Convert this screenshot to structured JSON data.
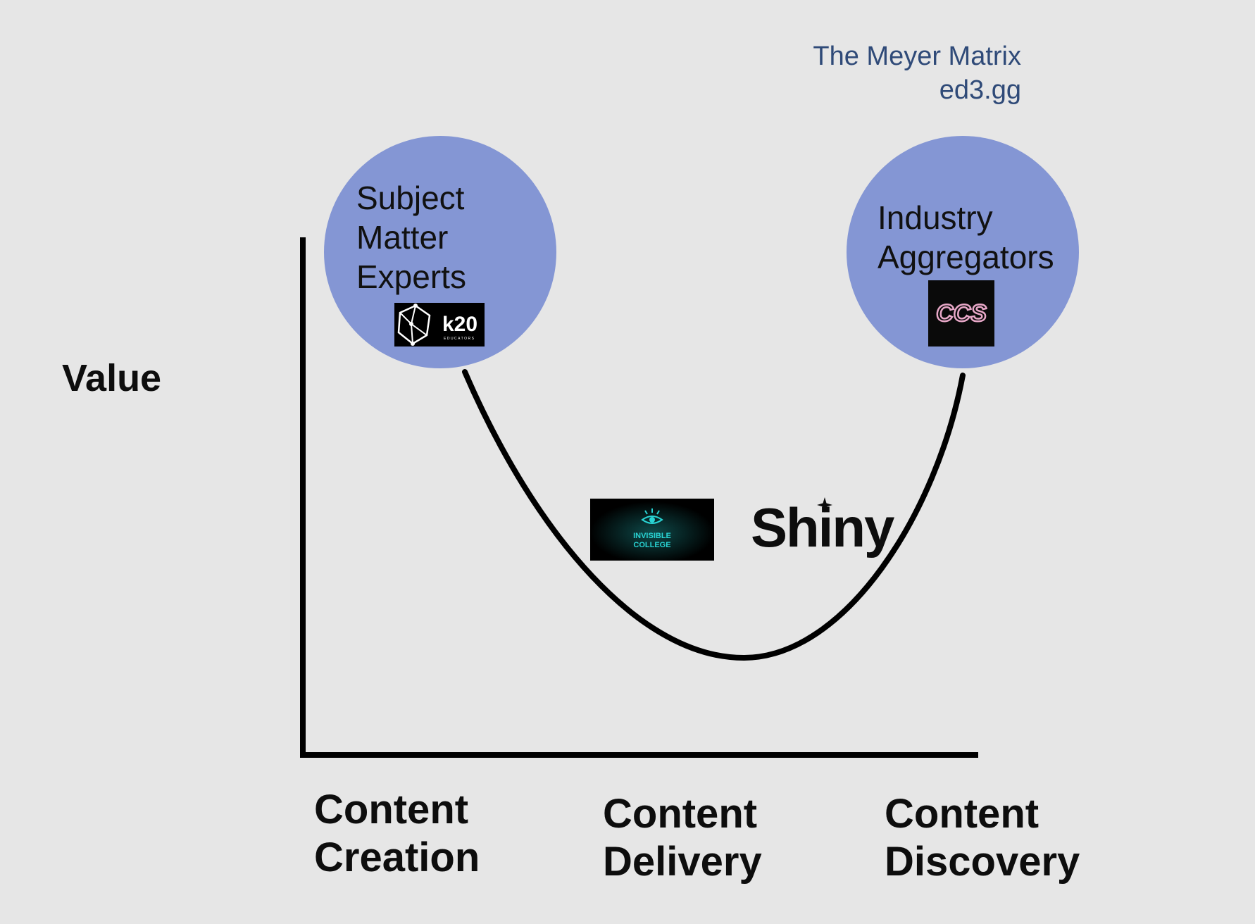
{
  "credit": {
    "title": "The Meyer Matrix",
    "site": "ed3.gg"
  },
  "axes": {
    "y_label": "Value"
  },
  "x_labels": [
    {
      "line1": "Content",
      "line2": "Creation"
    },
    {
      "line1": "Content",
      "line2": "Delivery"
    },
    {
      "line1": "Content",
      "line2": "Discovery"
    }
  ],
  "nodes": [
    {
      "lines": [
        "Subject",
        "Matter",
        "Experts"
      ],
      "logo": {
        "name": "k20",
        "sub": "EDUCATORS"
      }
    },
    {
      "lines": [
        "Industry",
        "Aggregators"
      ],
      "logo": {
        "name": "CCS"
      }
    }
  ],
  "middle_logos": {
    "invisible_college": {
      "line1": "INVISIBLE",
      "line2": "COLLEGE"
    },
    "shiny": "Shiny"
  },
  "colors": {
    "background": "#e6e6e6",
    "circle": "#8496d4",
    "credit_text": "#2f4a78",
    "curve": "#000000",
    "invisible_college_glow": "#29d3d3"
  }
}
